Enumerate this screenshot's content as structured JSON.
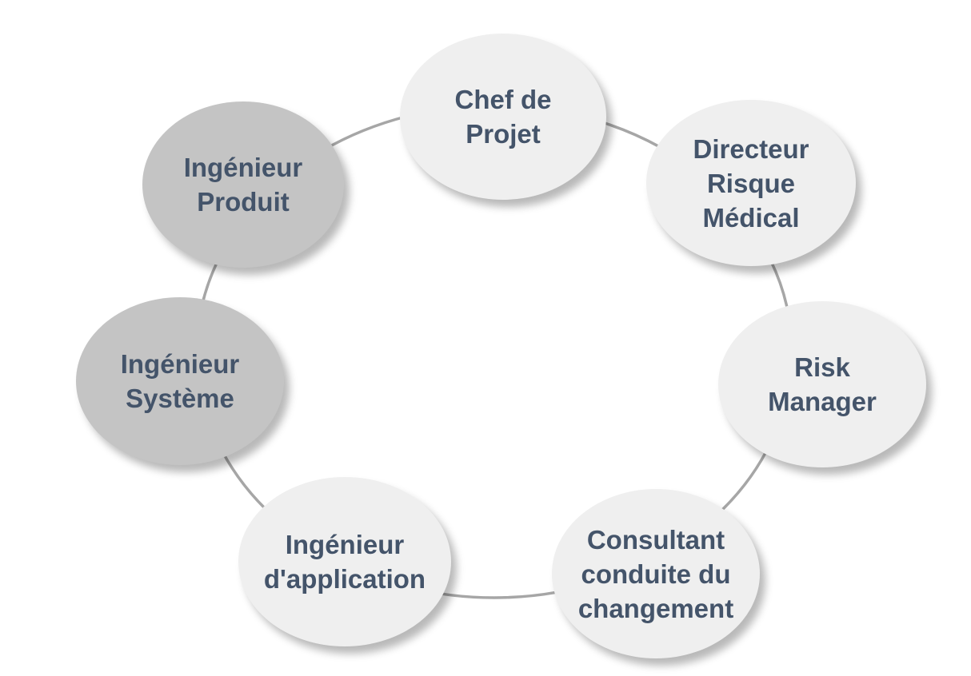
{
  "colors": {
    "ring": "#a6a6a6",
    "node_fill_light": "#efefef",
    "node_fill_dark": "#c4c4c4",
    "label_text": "#44546a"
  },
  "nodes": [
    {
      "label": "Chef de\nProjet",
      "fill": "light"
    },
    {
      "label": "Directeur\nRisque\nMédical",
      "fill": "light"
    },
    {
      "label": "Risk\nManager",
      "fill": "light"
    },
    {
      "label": "Consultant\nconduite du\nchangement",
      "fill": "light"
    },
    {
      "label": "Ingénieur\nd'application",
      "fill": "light"
    },
    {
      "label": "Ingénieur\nSystème",
      "fill": "dark"
    },
    {
      "label": "Ingénieur\nProduit",
      "fill": "dark"
    }
  ]
}
